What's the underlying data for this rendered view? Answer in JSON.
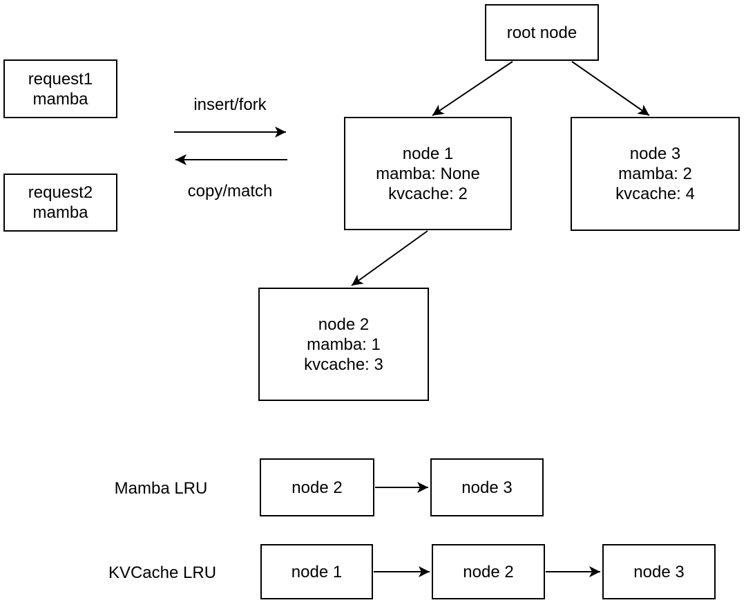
{
  "requests": [
    {
      "lines": [
        "request1",
        "mamba"
      ]
    },
    {
      "lines": [
        "request2",
        "mamba"
      ]
    }
  ],
  "flow_labels": {
    "insert": "insert/fork",
    "copy": "copy/match"
  },
  "tree": {
    "root": {
      "label": "root node"
    },
    "node1": {
      "lines": [
        "node 1",
        "mamba: None",
        "kvcache: 2"
      ]
    },
    "node3": {
      "lines": [
        "node 3",
        "mamba: 2",
        "kvcache: 4"
      ]
    },
    "node2": {
      "lines": [
        "node 2",
        "mamba: 1",
        "kvcache: 3"
      ]
    }
  },
  "lru_lists": {
    "mamba": {
      "label": "Mamba LRU",
      "nodes": [
        "node 2",
        "node 3"
      ]
    },
    "kvcache": {
      "label": "KVCache LRU",
      "nodes": [
        "node 1",
        "node 2",
        "node 3"
      ]
    }
  },
  "colors": {
    "stroke": "#000000",
    "background": "#ffffff",
    "text": "#000000"
  }
}
